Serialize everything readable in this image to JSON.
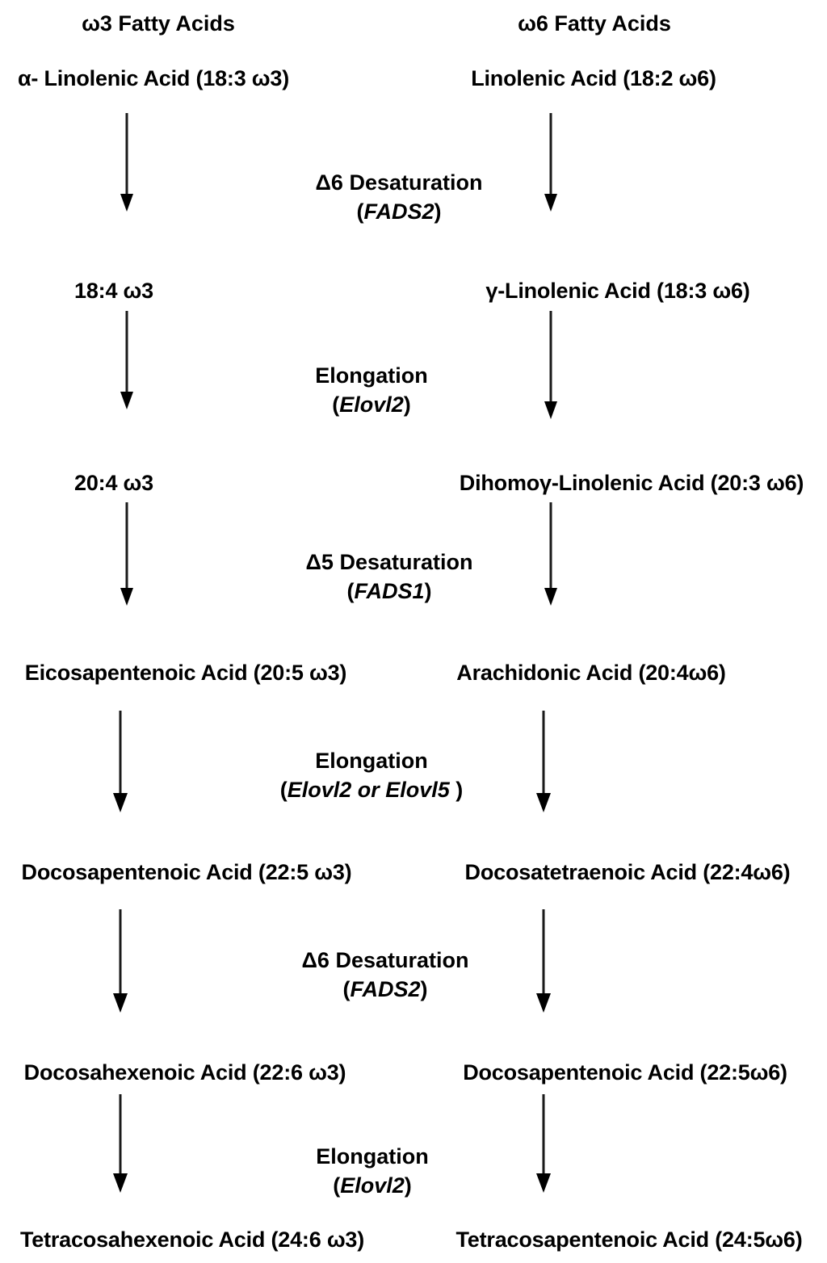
{
  "diagram": {
    "title_omega3": "ω3 Fatty Acids",
    "title_omega6": "ω6 Fatty Acids",
    "columns": {
      "omega3": {
        "header": "ω3 Fatty Acids",
        "nodes": [
          "α- Linolenic Acid (18:3 ω3)",
          "18:4 ω3",
          "20:4 ω3",
          "Eicosapentenoic Acid (20:5 ω3)",
          "Docosapentenoic Acid (22:5 ω3)",
          "Docosahexenoic Acid (22:6 ω3)",
          "Tetracosahexenoic Acid (24:6 ω3)"
        ]
      },
      "omega6": {
        "header": "ω6 Fatty Acids",
        "nodes": [
          "Linolenic Acid (18:2 ω6)",
          "γ-Linolenic Acid (18:3 ω6)",
          "Dihomoγ-Linolenic Acid (20:3 ω6)",
          "Arachidonic Acid (20:4ω6)",
          "Docosatetraenoic Acid (22:4ω6)",
          "Docosapentenoic Acid (22:5ω6)",
          "Tetracosapentenoic Acid (24:5ω6)"
        ]
      }
    },
    "steps": [
      {
        "reaction": "Δ6 Desaturation",
        "open_paren": "(",
        "gene": "FADS2",
        "close_paren": ")"
      },
      {
        "reaction": "Elongation",
        "open_paren": "(",
        "gene": "Elovl2",
        "close_paren": ")"
      },
      {
        "reaction": "Δ5 Desaturation",
        "open_paren": "(",
        "gene": "FADS1",
        "close_paren": ")"
      },
      {
        "reaction": "Elongation",
        "open_paren": "(",
        "gene": "Elovl2 or Elovl5",
        "close_paren": " )"
      },
      {
        "reaction": "Δ6 Desaturation",
        "open_paren": "(",
        "gene": "FADS2",
        "close_paren": ")"
      },
      {
        "reaction": "Elongation",
        "open_paren": "(",
        "gene": "Elovl2",
        "close_paren": ")"
      }
    ],
    "arrow_icon": "down-arrow-icon",
    "colors": {
      "ink": "#000000",
      "background": "#ffffff"
    }
  }
}
